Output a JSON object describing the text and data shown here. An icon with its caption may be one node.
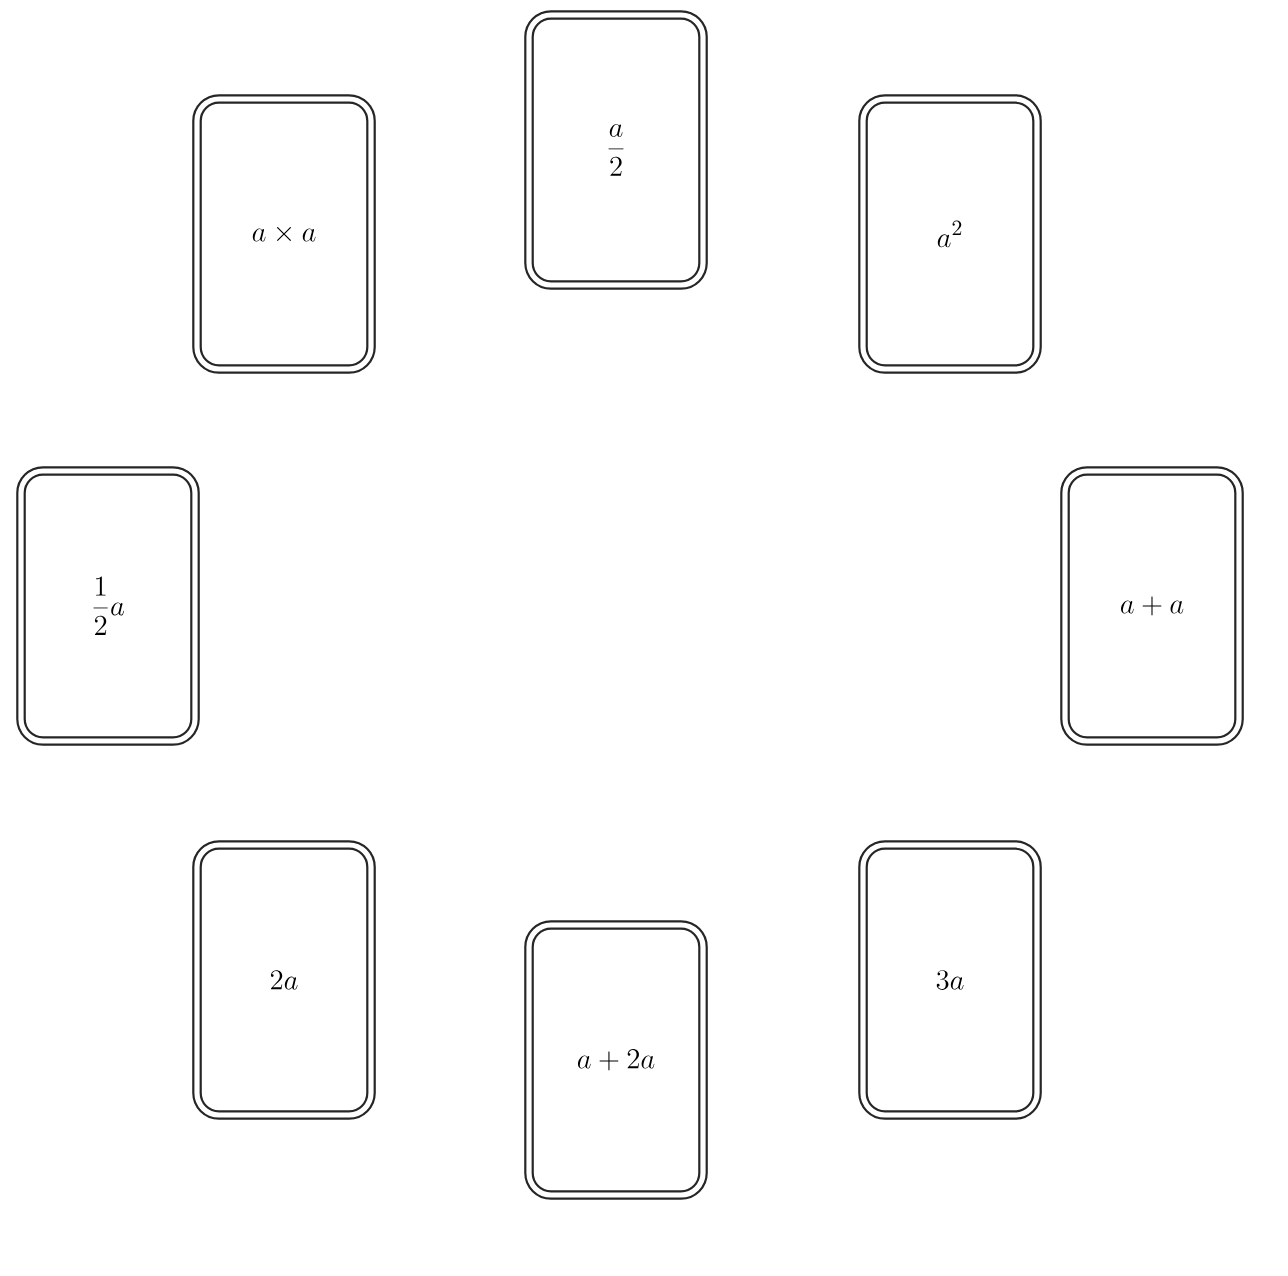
{
  "diagram": {
    "nodes": [
      {
        "text": [
          "a \\times a"
        ]
      },
      {
        "text": [
          "\\frac{a}{2}"
        ]
      },
      {
        "text": [
          "a^{2}"
        ]
      },
      {
        "text": [
          "\\frac{1}{2}a"
        ]
      },
      {
        "text": [
          "a + a"
        ]
      },
      {
        "text": [
          "2a"
        ]
      },
      {
        "text": [
          "a + 2a"
        ]
      },
      {
        "text": [
          "3a"
        ]
      }
    ]
  }
}
